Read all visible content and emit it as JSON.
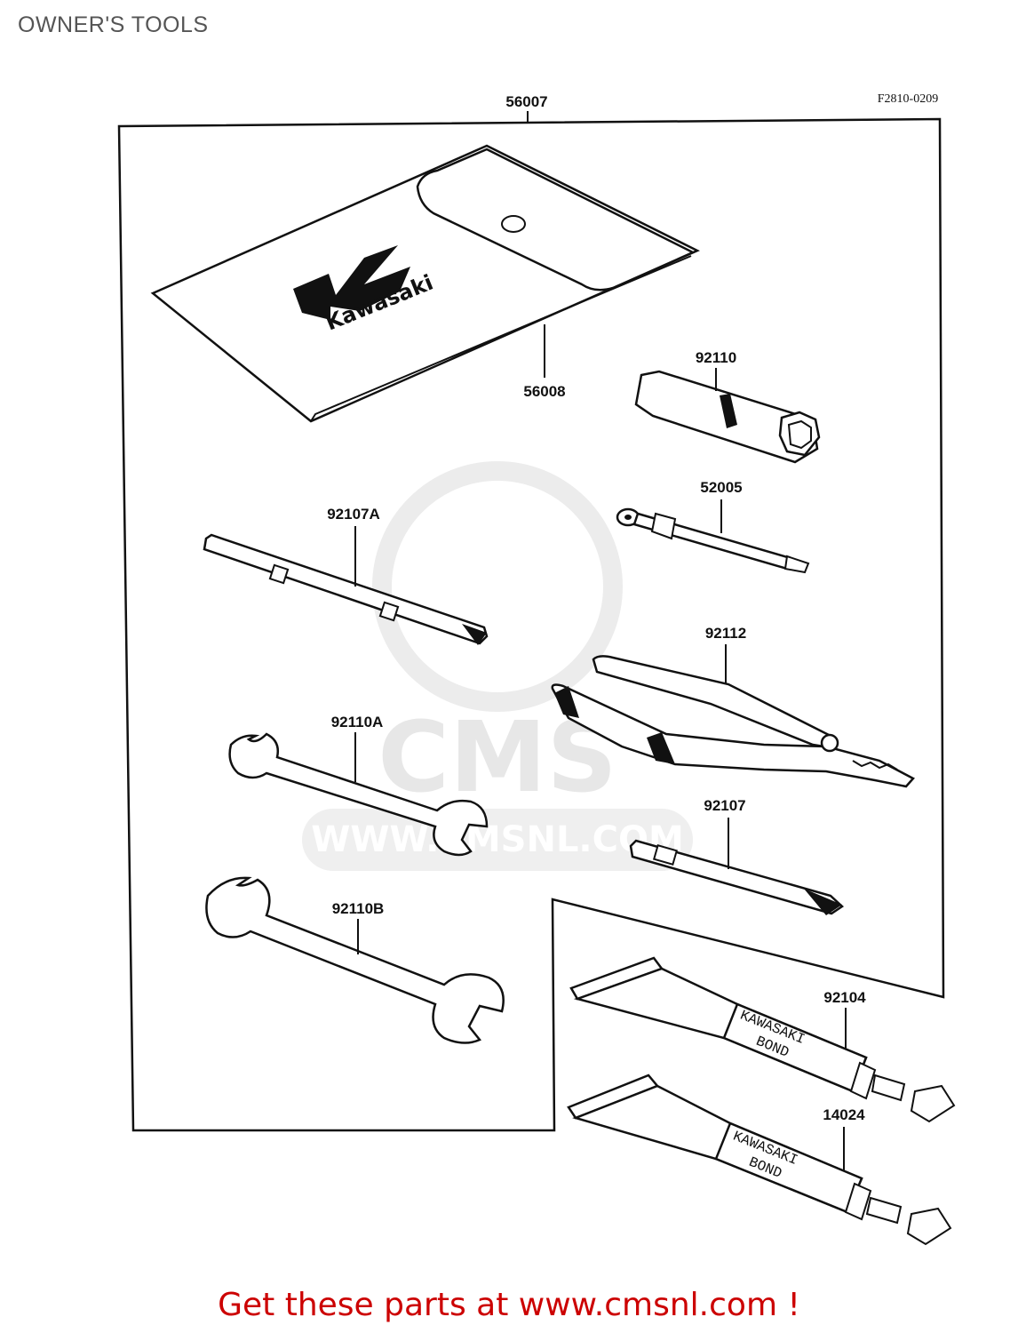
{
  "page": {
    "title": "OWNER'S TOOLS"
  },
  "diagram": {
    "figure_ref": "F2810-0209",
    "watermark": {
      "text": "CMS",
      "url": "WWW.CMSNL.COM"
    },
    "parts": {
      "p56007": "56007",
      "p56008": "56008",
      "p92110": "92110",
      "p52005": "52005",
      "p92107A": "92107A",
      "p92112": "92112",
      "p92110A": "92110A",
      "p92107": "92107",
      "p92110B": "92110B",
      "p92104": "92104",
      "p14024": "14024"
    },
    "pouch_logo": "Kawasaki",
    "tube_text_1": "KAWASAKI",
    "tube_text_2": "BOND"
  },
  "footer": {
    "text": "Get these parts at www.cmsnl.com !"
  }
}
